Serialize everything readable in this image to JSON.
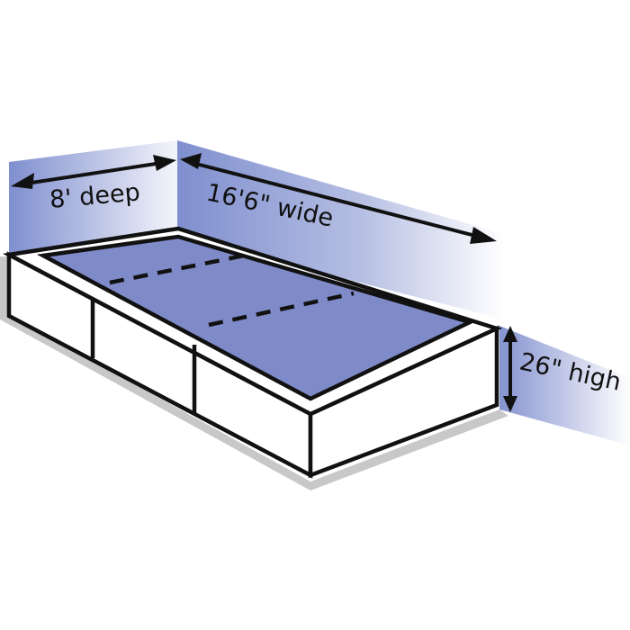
{
  "diagram": {
    "subject": "raised garden bed / box dimensions",
    "labels": {
      "depth": "8' deep",
      "width": "16'6\" wide",
      "height": "26\" high"
    },
    "colors": {
      "wall_blue": "#7f8fcf",
      "liner_blue": "#7f8bc8",
      "outline": "#111111",
      "shadow": "#c8c8c8",
      "panel": "#ffffff"
    }
  }
}
